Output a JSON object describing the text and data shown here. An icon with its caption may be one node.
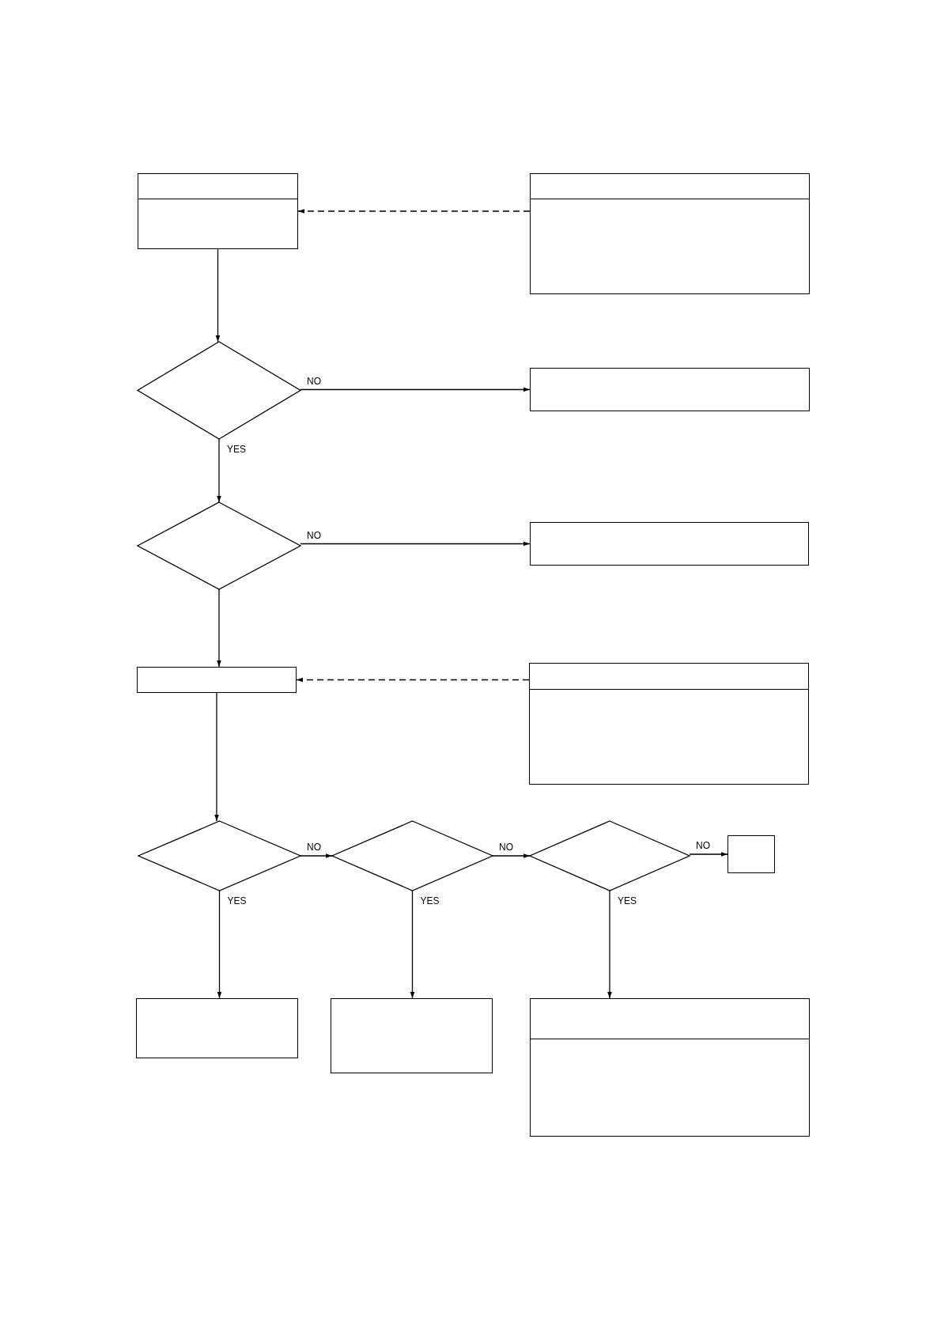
{
  "diagram": {
    "nodes": [
      {
        "text": [],
        "shape": "box"
      },
      {
        "text": [],
        "shape": "box"
      },
      {
        "text": [],
        "shape": "diamond"
      },
      {
        "text": [],
        "shape": "box"
      },
      {
        "text": [],
        "shape": "diamond"
      },
      {
        "text": [],
        "shape": "box"
      },
      {
        "text": [],
        "shape": "box"
      },
      {
        "text": [],
        "shape": "box"
      },
      {
        "text": [],
        "shape": "diamond"
      },
      {
        "text": [],
        "shape": "diamond"
      },
      {
        "text": [],
        "shape": "diamond"
      },
      {
        "text": [],
        "shape": "box"
      },
      {
        "text": [],
        "shape": "box"
      },
      {
        "text": [],
        "shape": "box"
      },
      {
        "text": [],
        "shape": "box"
      }
    ],
    "edges": [
      {
        "from": 1,
        "to": 0,
        "arrow": "to",
        "style": "dashed"
      },
      {
        "from": 0,
        "to": 2,
        "arrow": "to"
      },
      {
        "from": 2,
        "to": 3,
        "arrow": "to",
        "label": "NO"
      },
      {
        "from": 2,
        "to": 4,
        "arrow": "to",
        "label": "YES"
      },
      {
        "from": 4,
        "to": 5,
        "arrow": "to",
        "label": "NO"
      },
      {
        "from": 4,
        "to": 6,
        "arrow": "to"
      },
      {
        "from": 7,
        "to": 6,
        "arrow": "to",
        "style": "dashed"
      },
      {
        "from": 6,
        "to": 8,
        "arrow": "to"
      },
      {
        "from": 8,
        "to": 9,
        "arrow": "to",
        "label": "NO"
      },
      {
        "from": 9,
        "to": 10,
        "arrow": "to",
        "label": "NO"
      },
      {
        "from": 10,
        "to": 11,
        "arrow": "to",
        "label": "NO"
      },
      {
        "from": 8,
        "to": 12,
        "arrow": "to",
        "label": "YES"
      },
      {
        "from": 9,
        "to": 13,
        "arrow": "to",
        "label": "YES"
      },
      {
        "from": 10,
        "to": 14,
        "arrow": "to",
        "label": "YES"
      }
    ]
  }
}
